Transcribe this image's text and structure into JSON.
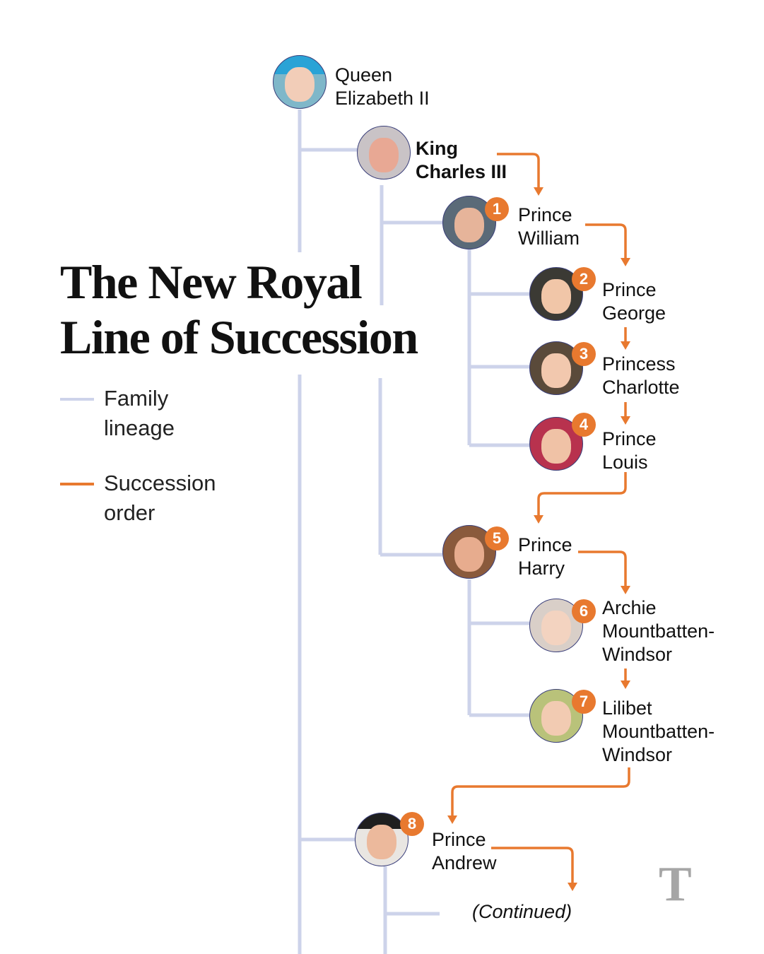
{
  "title": {
    "line1": "The New Royal",
    "line2": "Line of Succession"
  },
  "legend": {
    "lineage": {
      "label": "Family\nlineage",
      "color": "#cdd3ea"
    },
    "succession": {
      "label": "Succession\norder",
      "color": "#e8792f"
    }
  },
  "people": {
    "queen": {
      "name": "Queen\nElizabeth II"
    },
    "charles": {
      "name": "King\nCharles III"
    },
    "william": {
      "name": "Prince\nWilliam",
      "rank": "1"
    },
    "george": {
      "name": "Prince\nGeorge",
      "rank": "2"
    },
    "charlotte": {
      "name": "Princess\nCharlotte",
      "rank": "3"
    },
    "louis": {
      "name": "Prince\nLouis",
      "rank": "4"
    },
    "harry": {
      "name": "Prince\nHarry",
      "rank": "5"
    },
    "archie": {
      "name": "Archie\nMountbatten-\nWindsor",
      "rank": "6"
    },
    "lilibet": {
      "name": "Lilibet\nMountbatten-\nWindsor",
      "rank": "7"
    },
    "andrew": {
      "name": "Prince\nAndrew",
      "rank": "8"
    }
  },
  "continued": "(Continued)",
  "logo": "T"
}
